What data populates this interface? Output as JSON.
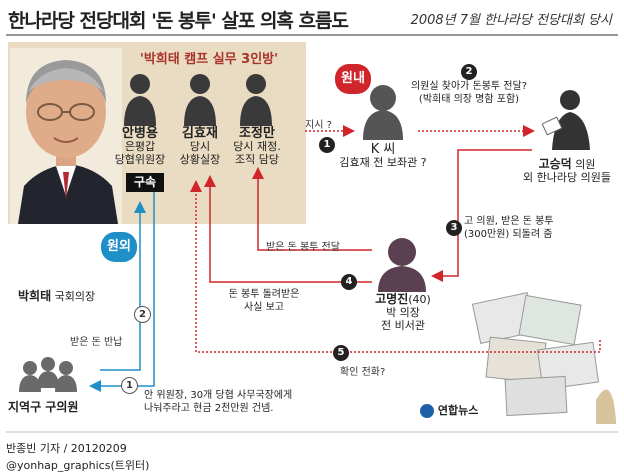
{
  "header": {
    "title": "한나라당 전당대회 '돈 봉투' 살포 의혹 흐름도",
    "date": "2008년 7월 한나라당 전당대회 당시"
  },
  "camp": {
    "title": "'박희태 캠프 실무 3인방'",
    "inside_tag": "원내",
    "outside_tag": "원외",
    "members": [
      {
        "name": "안병용",
        "role1": "은평갑",
        "role2": "당협위원장",
        "badge": "구속"
      },
      {
        "name": "김효재",
        "role1": "당시",
        "role2": "상황실장"
      },
      {
        "name": "조정만",
        "role1": "당시 재정.",
        "role2": "조직 담당"
      }
    ]
  },
  "people": {
    "park": {
      "name": "박희태",
      "title": "국회의장"
    },
    "kssi": {
      "name": "K 씨",
      "desc": "김효재 전 보좌관 ?"
    },
    "ko": {
      "name": "고승덕",
      "title": "의원",
      "desc": "외 한나라당 의원들"
    },
    "gomj": {
      "name": "고명진",
      "age": "(40)",
      "desc1": "박 의장",
      "desc2": "전 비서관"
    },
    "local": {
      "name": "지역구 구의원"
    }
  },
  "steps": {
    "n1": "1",
    "n2": "2",
    "n3": "3",
    "n4": "4",
    "n5": "5",
    "s1_label": "지시 ?",
    "s2_l1": "의원실 찾아가 돈봉투 전달?",
    "s2_l2": "(박희태 의장 명함 포함)",
    "s3_l1": "고 의원, 받은 돈 봉투",
    "s3_l2": "(300만원) 되돌려 줌",
    "s4_up": "받은 돈 봉투 전달",
    "s4_l1": "돈 봉투 돌려받은",
    "s4_l2": "사실 보고",
    "s5_label": "확인 전화?",
    "o1_l1": "안 위원장, 30개 당협 사무국장에게",
    "o1_l2": "나눠주라고 현금 2천만원 건넴.",
    "o2_label": "받은 돈 반납"
  },
  "footer": {
    "reporter": "반종빈 기자 / 20120209",
    "twitter": "@yonhap_graphics(트위터)",
    "logo": "연합뉴스"
  },
  "colors": {
    "red": "#d0262b",
    "blue": "#1f8fc8",
    "panel": "#e9dcc2"
  }
}
